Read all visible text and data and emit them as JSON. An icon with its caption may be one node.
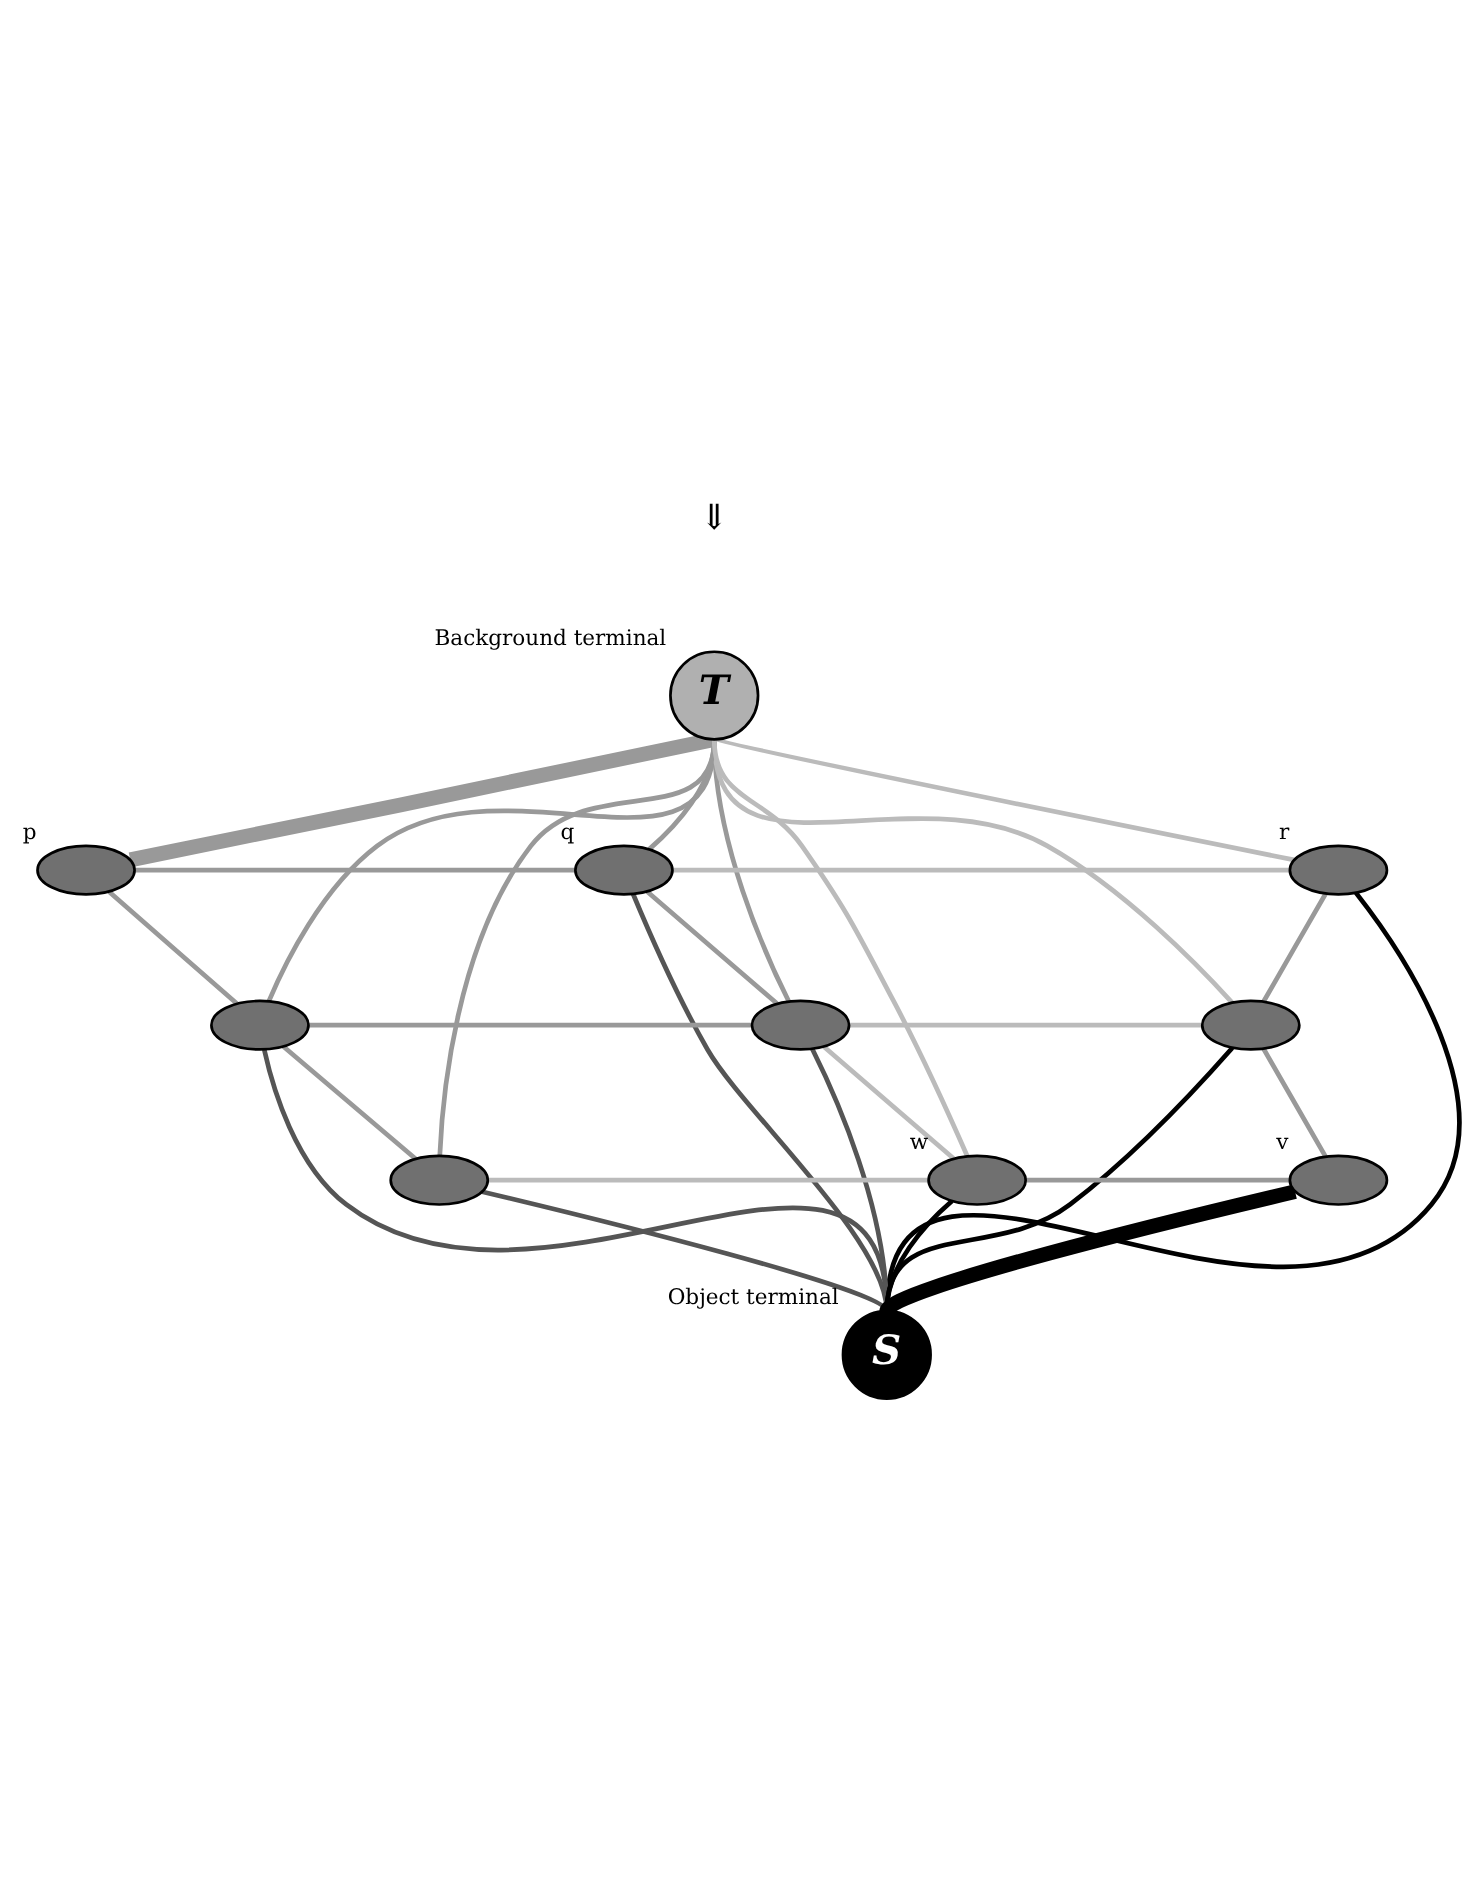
{
  "diagram": {
    "nodes": [
      {
        "text": [
          "T"
        ],
        "beside": [
          "Background terminal"
        ]
      },
      {
        "text": [],
        "shape": "ellipse",
        "beside": [
          "p"
        ]
      },
      {
        "text": [],
        "shape": "ellipse",
        "beside": [
          "q"
        ]
      },
      {
        "text": [],
        "shape": "ellipse",
        "beside": [
          "r"
        ]
      },
      {
        "text": [],
        "shape": "ellipse"
      },
      {
        "text": [],
        "shape": "ellipse"
      },
      {
        "text": [],
        "shape": "ellipse"
      },
      {
        "text": [],
        "shape": "ellipse"
      },
      {
        "text": [],
        "shape": "ellipse",
        "beside": [
          "w"
        ]
      },
      {
        "text": [],
        "shape": "ellipse",
        "beside": [
          "v"
        ]
      },
      {
        "text": [
          "S"
        ],
        "beside": [
          "Object terminal"
        ]
      }
    ],
    "edges": [
      {
        "from": 0,
        "to": 7,
        "arrow": "none",
        "color": "#999999"
      },
      {
        "from": 0,
        "to": 4,
        "arrow": "none",
        "color": "#999999"
      },
      {
        "from": 0,
        "to": 1,
        "arrow": "none",
        "style": "thick",
        "color": "#999999"
      },
      {
        "from": 0,
        "to": 8,
        "arrow": "none",
        "color": "#bbbbbb"
      },
      {
        "from": 0,
        "to": 5,
        "arrow": "none",
        "color": "#999999"
      },
      {
        "from": 0,
        "to": 2,
        "arrow": "none",
        "color": "#999999"
      },
      {
        "from": 0,
        "to": 6,
        "arrow": "none",
        "color": "#bbbbbb"
      },
      {
        "from": 0,
        "to": 3,
        "arrow": "none",
        "color": "#bbbbbb"
      },
      {
        "from": 1,
        "to": 2,
        "arrow": "none",
        "color": "#999999"
      },
      {
        "from": 2,
        "to": 3,
        "arrow": "none",
        "color": "#bbbbbb"
      },
      {
        "from": 4,
        "to": 5,
        "arrow": "none",
        "color": "#999999"
      },
      {
        "from": 5,
        "to": 6,
        "arrow": "none",
        "color": "#bbbbbb"
      },
      {
        "from": 7,
        "to": 8,
        "arrow": "none",
        "color": "#bbbbbb"
      },
      {
        "from": 8,
        "to": 9,
        "arrow": "none",
        "color": "#999999"
      },
      {
        "from": 1,
        "to": 4,
        "arrow": "none",
        "color": "#999999"
      },
      {
        "from": 4,
        "to": 7,
        "arrow": "none",
        "color": "#999999"
      },
      {
        "from": 2,
        "to": 5,
        "arrow": "none",
        "color": "#999999"
      },
      {
        "from": 5,
        "to": 8,
        "arrow": "none",
        "color": "#bbbbbb"
      },
      {
        "from": 3,
        "to": 6,
        "arrow": "none",
        "color": "#999999"
      },
      {
        "from": 6,
        "to": 9,
        "arrow": "none",
        "color": "#999999"
      },
      {
        "from": 7,
        "to": 10,
        "arrow": "none",
        "color": "#555555"
      },
      {
        "from": 4,
        "to": 10,
        "arrow": "none",
        "color": "#555555"
      },
      {
        "from": 8,
        "to": 10,
        "arrow": "none",
        "color": "#000000"
      },
      {
        "from": 5,
        "to": 10,
        "arrow": "none",
        "color": "#555555"
      },
      {
        "from": 2,
        "to": 10,
        "arrow": "none",
        "color": "#555555"
      },
      {
        "from": 9,
        "to": 10,
        "arrow": "none",
        "style": "thick",
        "color": "#000000"
      },
      {
        "from": 6,
        "to": 10,
        "arrow": "none",
        "color": "#000000"
      },
      {
        "from": 3,
        "to": 10,
        "arrow": "none",
        "color": "#000000"
      }
    ],
    "labels": [
      "⇓"
    ]
  }
}
